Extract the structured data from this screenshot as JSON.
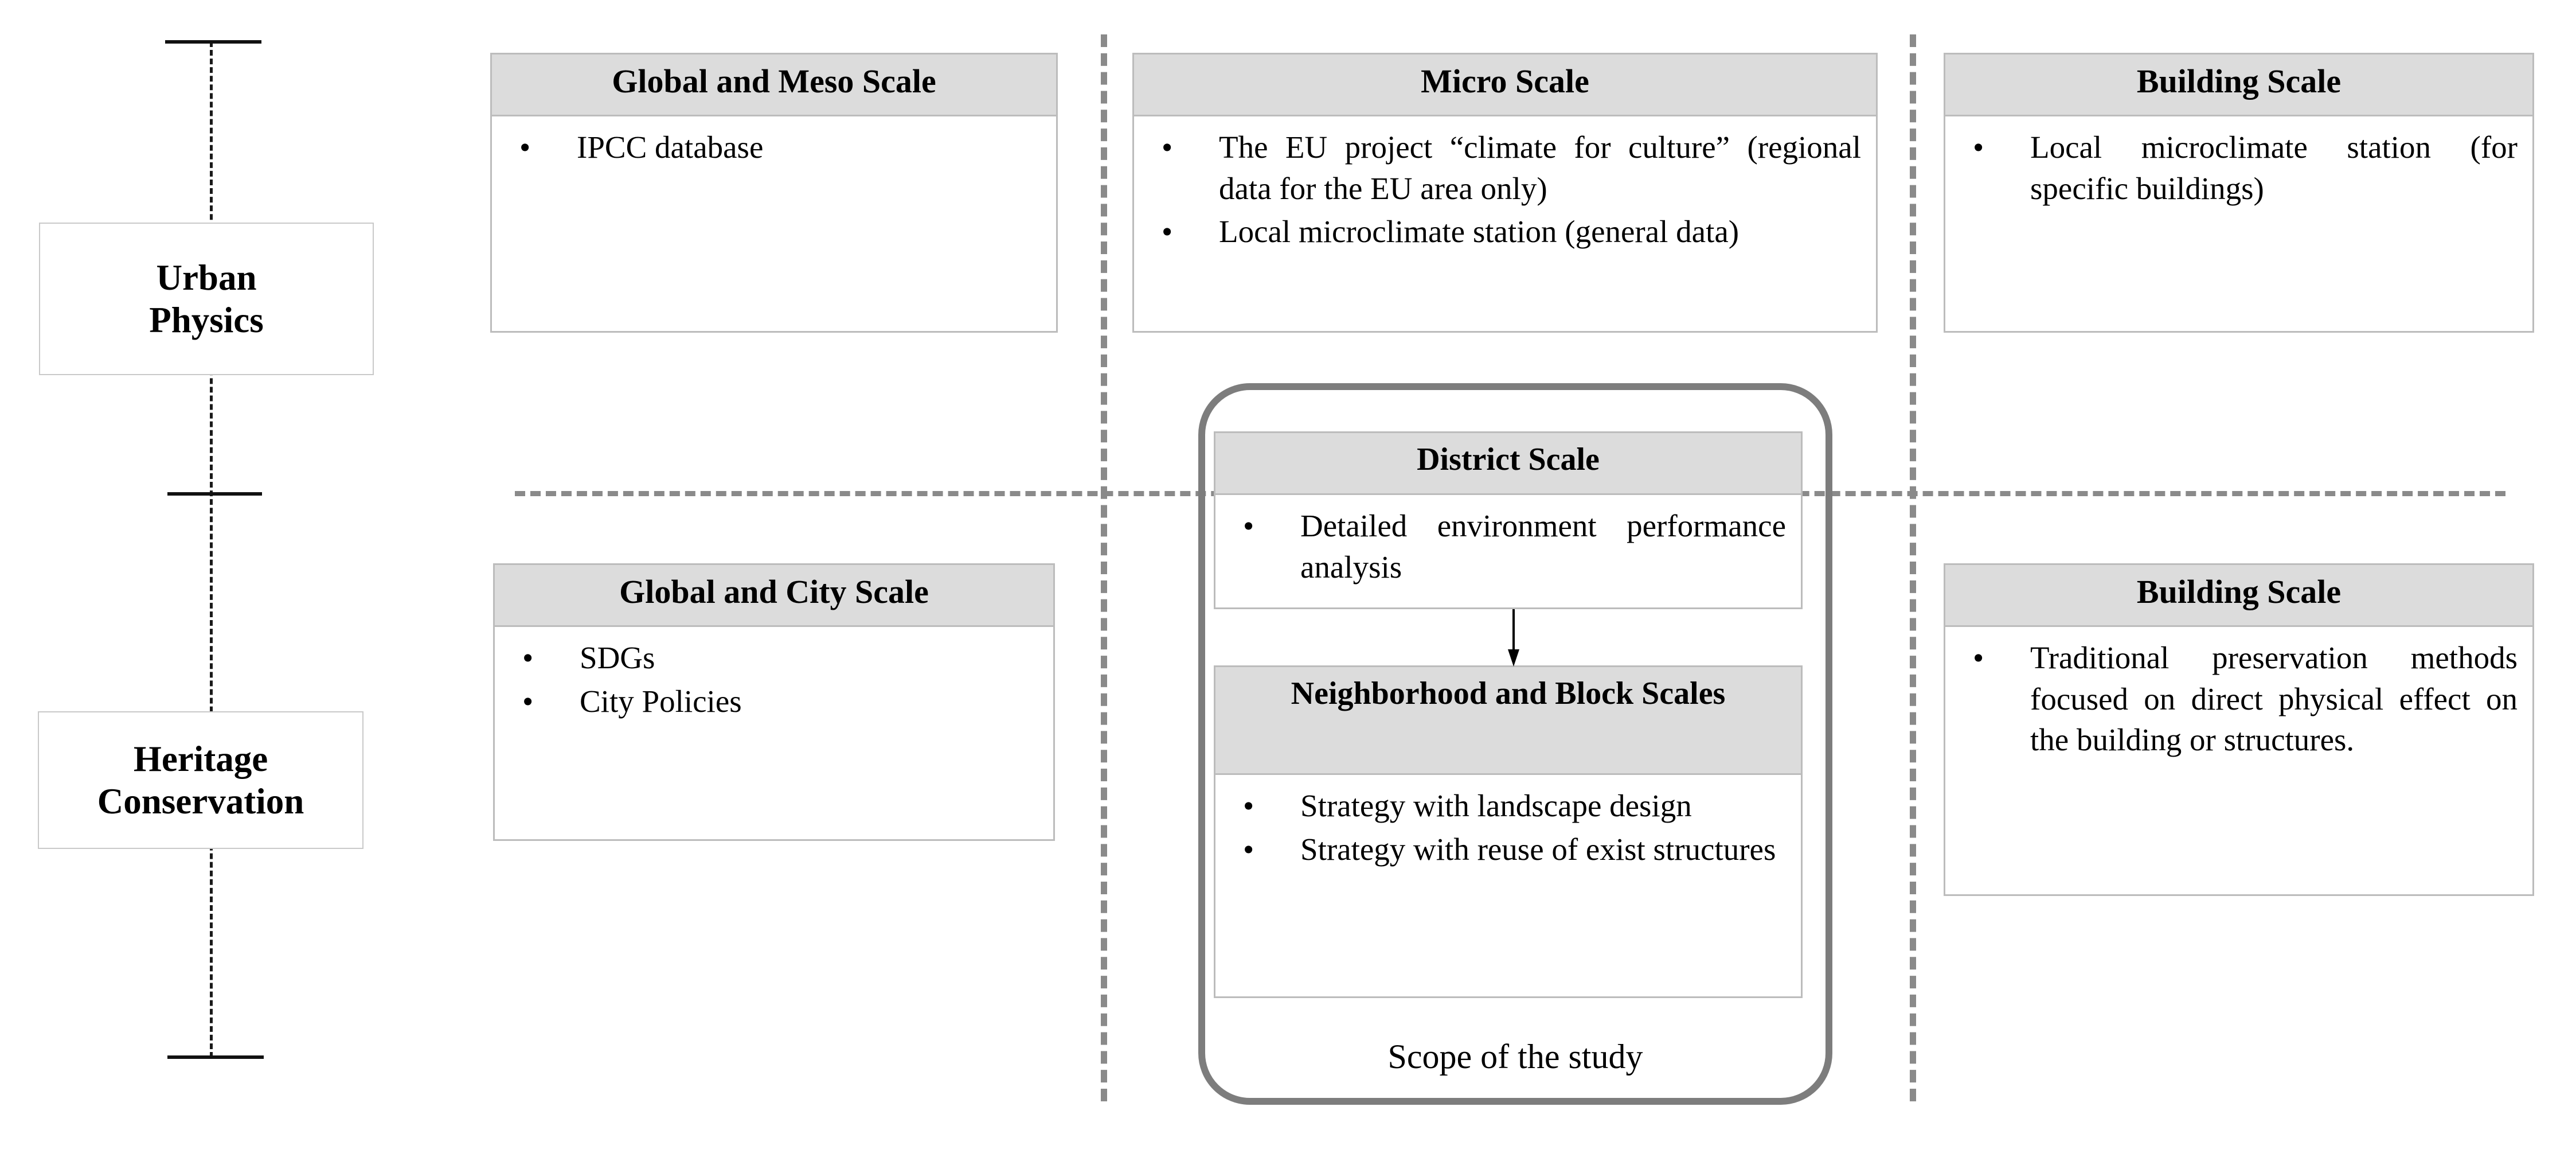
{
  "axis": {
    "label_urban": "Urban\nPhysics",
    "label_urban_line1": "Urban",
    "label_urban_line2": "Physics",
    "label_heritage_line1": "Heritage",
    "label_heritage_line2": "Conservation"
  },
  "scope": {
    "caption": "Scope of the study"
  },
  "cards": {
    "global_meso": {
      "title": "Global and Meso Scale",
      "bullets": [
        "IPCC database"
      ]
    },
    "micro": {
      "title": "Micro Scale",
      "bullets": [
        "The EU project “climate for culture” (regional data for the EU area only)",
        "Local microclimate station (general data)"
      ]
    },
    "building_top": {
      "title": "Building Scale",
      "bullets": [
        "Local microclimate station (for specific buildings)"
      ]
    },
    "global_city": {
      "title": "Global and City Scale",
      "bullets": [
        "SDGs",
        "City Policies"
      ]
    },
    "building_bottom": {
      "title": "Building Scale",
      "bullets": [
        "Traditional preservation methods focused on direct physical effect on the building or structures."
      ]
    },
    "district": {
      "title": "District Scale",
      "bullets": [
        "Detailed environment performance analysis"
      ]
    },
    "neighborhood": {
      "title": "Neighborhood and Block Scales",
      "bullets": [
        "Strategy with landscape design",
        "Strategy with reuse of exist structures"
      ]
    }
  },
  "symbols": {
    "bullet": "•"
  },
  "colors": {
    "header_fill": "#dcdcdc",
    "card_border": "#bcbcbc",
    "divider": "#8a8a8a",
    "scope_border": "#7d7d7d",
    "text": "#000000",
    "axis": "#1a1a1a"
  }
}
